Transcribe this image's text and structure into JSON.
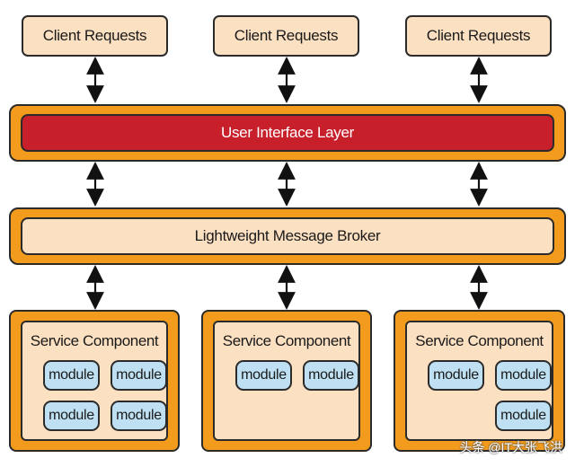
{
  "clients": [
    "Client Requests",
    "Client Requests",
    "Client Requests"
  ],
  "ui_layer": {
    "label": "User Interface Layer"
  },
  "broker": {
    "label": "Lightweight Message Broker"
  },
  "services": [
    {
      "title": "Service Component",
      "modules": [
        "module",
        "module",
        "module",
        "module"
      ]
    },
    {
      "title": "Service Component",
      "modules": [
        "module",
        "module"
      ]
    },
    {
      "title": "Service Component",
      "modules": [
        "module",
        "module",
        "module"
      ]
    }
  ],
  "watermark": "头条 @IT大张飞洪",
  "colors": {
    "orange": "#f39b1c",
    "peach": "#fce0c2",
    "red": "#c7202b",
    "module_blue": "#bfe0f2",
    "outline": "#2b2b2b"
  }
}
